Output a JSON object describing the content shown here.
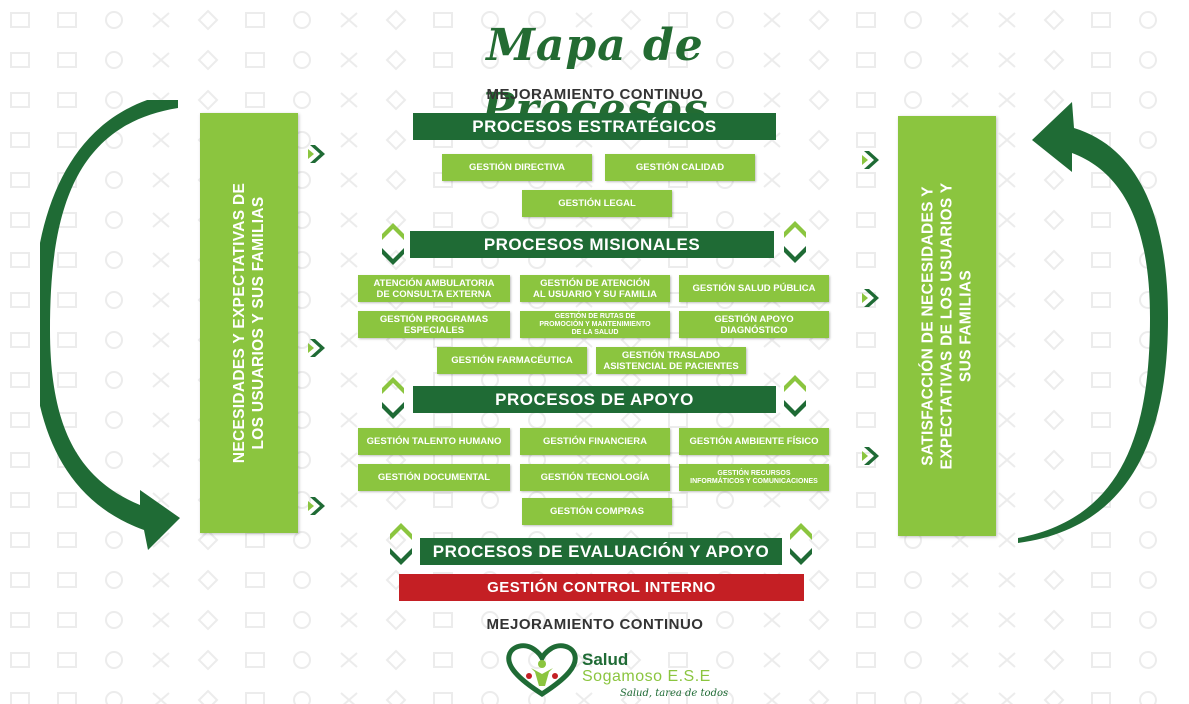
{
  "title": "Mapa de Procesos",
  "mejoramiento_top": "MEJORAMIENTO CONTINUO",
  "mejoramiento_bottom": "MEJORAMIENTO CONTINUO",
  "left_panel": {
    "line1": "NECESIDADES Y EXPECTATIVAS DE",
    "line2": "LOS USUARIOS Y SUS FAMILIAS"
  },
  "right_panel": {
    "line1": "SATISFACCIÓN DE NECESIDADES Y",
    "line2": "EXPECTATIVAS DE LOS USUARIOS Y",
    "line3": "SUS FAMILIAS"
  },
  "estrategicos": {
    "header": "PROCESOS ESTRATÉGICOS",
    "items": [
      "GESTIÓN DIRECTIVA",
      "GESTIÓN CALIDAD",
      "GESTIÓN LEGAL"
    ]
  },
  "misionales": {
    "header": "PROCESOS MISIONALES",
    "items": [
      {
        "l1": "ATENCIÓN AMBULATORIA",
        "l2": "DE CONSULTA EXTERNA"
      },
      {
        "l1": "GESTIÓN DE ATENCIÓN",
        "l2": "AL USUARIO Y SU FAMILIA"
      },
      {
        "l1": "GESTIÓN SALUD PÚBLICA",
        "l2": ""
      },
      {
        "l1": "GESTIÓN PROGRAMAS",
        "l2": "ESPECIALES"
      },
      {
        "l1": "GESTIÓN DE RUTAS DE",
        "l2": "PROMOCIÓN Y MANTENIMIENTO",
        "l3": "DE LA SALUD"
      },
      {
        "l1": "GESTIÓN APOYO",
        "l2": "DIAGNÓSTICO"
      },
      {
        "l1": "GESTIÓN FARMACÉUTICA",
        "l2": ""
      },
      {
        "l1": "GESTIÓN TRASLADO",
        "l2": "ASISTENCIAL DE PACIENTES"
      }
    ]
  },
  "apoyo": {
    "header": "PROCESOS DE APOYO",
    "items": [
      {
        "l1": "GESTIÓN TALENTO HUMANO",
        "l2": ""
      },
      {
        "l1": "GESTIÓN FINANCIERA",
        "l2": ""
      },
      {
        "l1": "GESTIÓN AMBIENTE FÍSICO",
        "l2": ""
      },
      {
        "l1": "GESTIÓN DOCUMENTAL",
        "l2": ""
      },
      {
        "l1": "GESTIÓN TECNOLOGÍA",
        "l2": ""
      },
      {
        "l1": "GESTIÓN RECURSOS",
        "l2": "INFORMÁTICOS Y COMUNICACIONES"
      },
      {
        "l1": "GESTIÓN COMPRAS",
        "l2": ""
      }
    ]
  },
  "evaluacion": {
    "header": "PROCESOS DE EVALUACIÓN Y APOYO",
    "item": "GESTIÓN CONTROL INTERNO"
  },
  "logo": {
    "name": "Salud",
    "sub": "Sogamoso E.S.E",
    "tagline": "Salud, tarea de todos"
  },
  "colors": {
    "dark_green": "#1f6b35",
    "light_green": "#8bc53f",
    "red": "#c41f24"
  }
}
